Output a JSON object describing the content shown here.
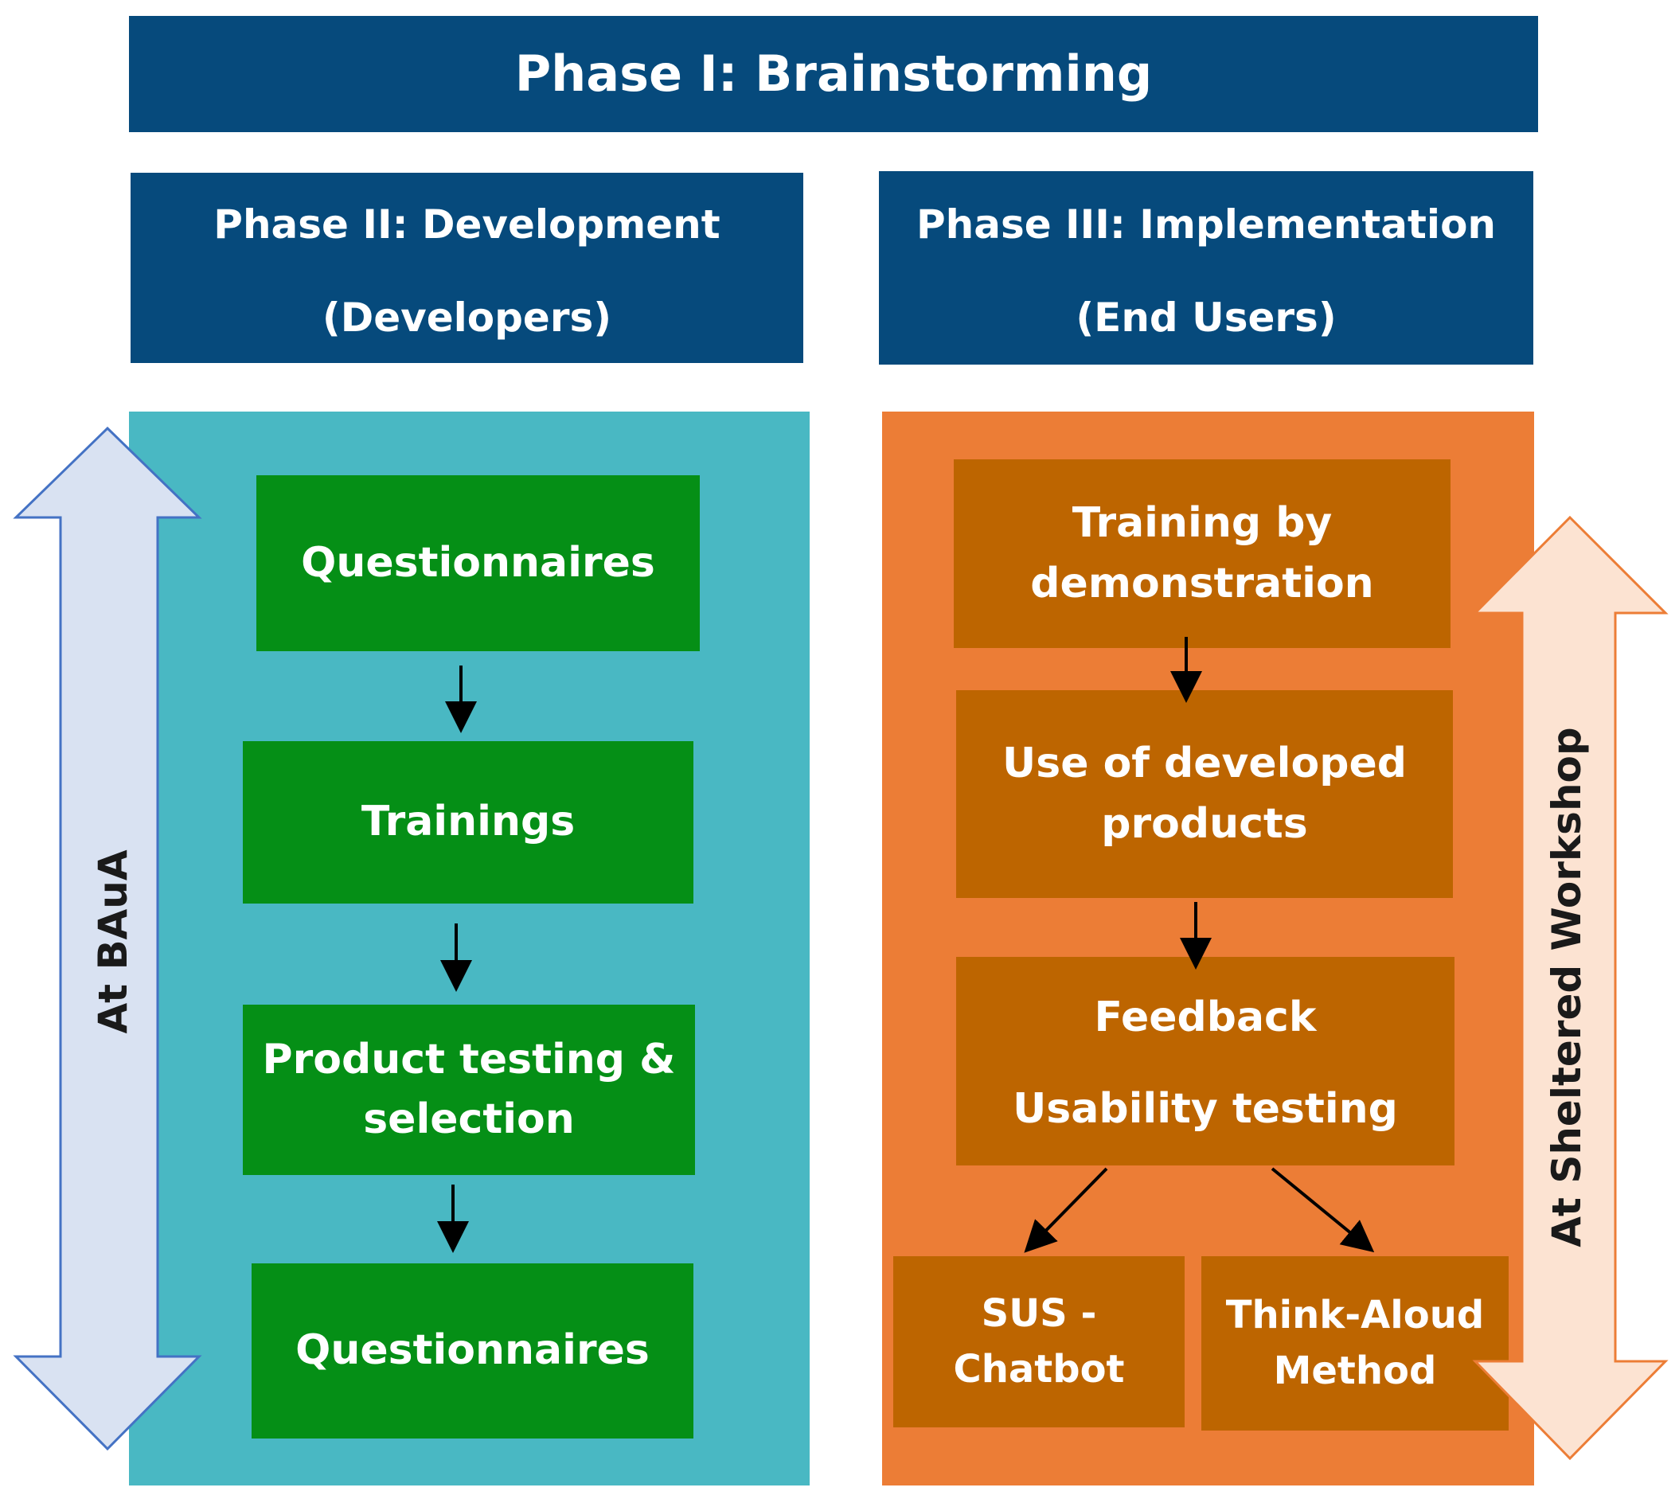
{
  "phase1": {
    "title": "Phase I: Brainstorming"
  },
  "phase2": {
    "title": "Phase II: Development",
    "subtitle": "(Developers)"
  },
  "phase3": {
    "title": "Phase III: Implementation",
    "subtitle": "(End Users)"
  },
  "development_steps": {
    "step1": "Questionnaires",
    "step2": "Trainings",
    "step3_line1": "Product testing &",
    "step3_line2": "selection",
    "step4": "Questionnaires"
  },
  "implementation_steps": {
    "step1_line1": "Training by",
    "step1_line2": "demonstration",
    "step2_line1": "Use of developed",
    "step2_line2": "products",
    "step3_line1": "Feedback",
    "step3_line2": "Usability testing",
    "sus_line1": "SUS -",
    "sus_line2": "Chatbot",
    "think_line1": "Think-Aloud",
    "think_line2": "Method"
  },
  "side_labels": {
    "left": "At BAuA",
    "right": "At Sheltered Workshop"
  },
  "colors": {
    "header": "#064a7c",
    "dev_panel": "#49b8c3",
    "dev_box": "#058f16",
    "impl_panel": "#ec7d36",
    "impl_box": "#bd6500",
    "left_arrow_fill": "#d9e2f2",
    "left_arrow_stroke": "#4472c4",
    "right_arrow_fill": "#fce3d2",
    "right_arrow_stroke": "#ec7d36"
  }
}
